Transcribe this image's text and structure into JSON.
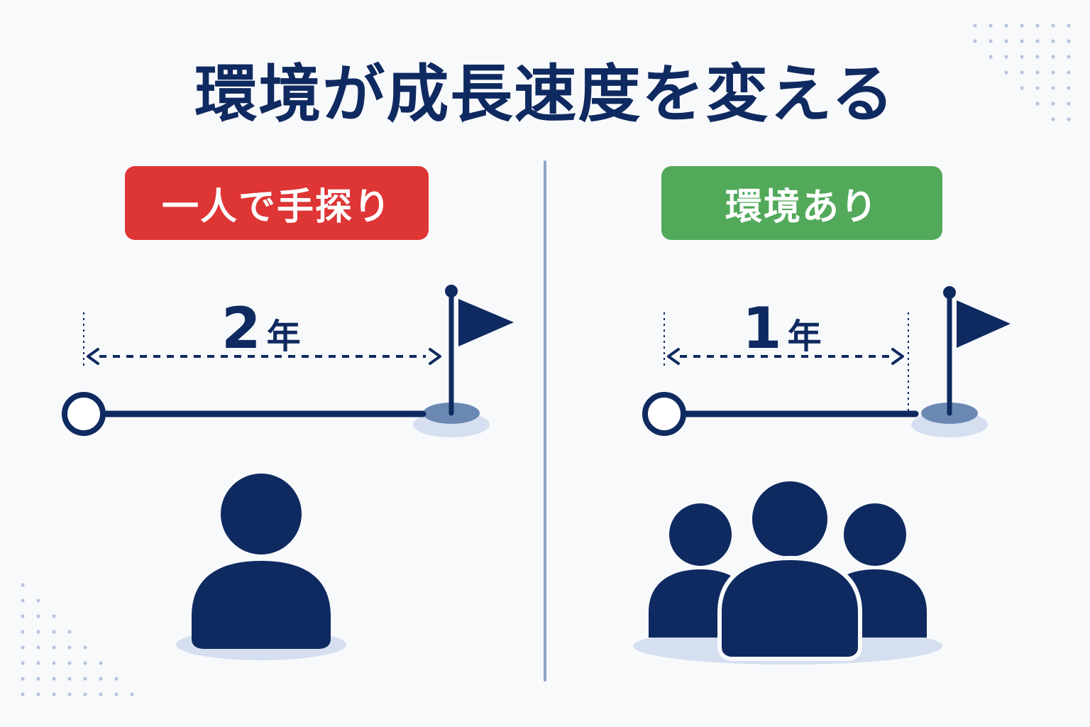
{
  "title": "環境が成長速度を変える",
  "left": {
    "label": "一人で手探り",
    "duration_number": "2",
    "duration_unit": "年",
    "people_count": 1
  },
  "right": {
    "label": "環境あり",
    "duration_number": "1",
    "duration_unit": "年",
    "people_count": 3
  },
  "colors": {
    "navy": "#0f2a60",
    "red": "#de3535",
    "green": "#52a95a",
    "divider": "#8fa3c7",
    "shadow": "#d6dff0",
    "hole": "#6b88b3",
    "dots": "#b7c5df",
    "background": "#f8f9fb"
  },
  "icons": [
    "start-circle-icon",
    "goal-flag-icon",
    "person-icon",
    "group-icon"
  ]
}
